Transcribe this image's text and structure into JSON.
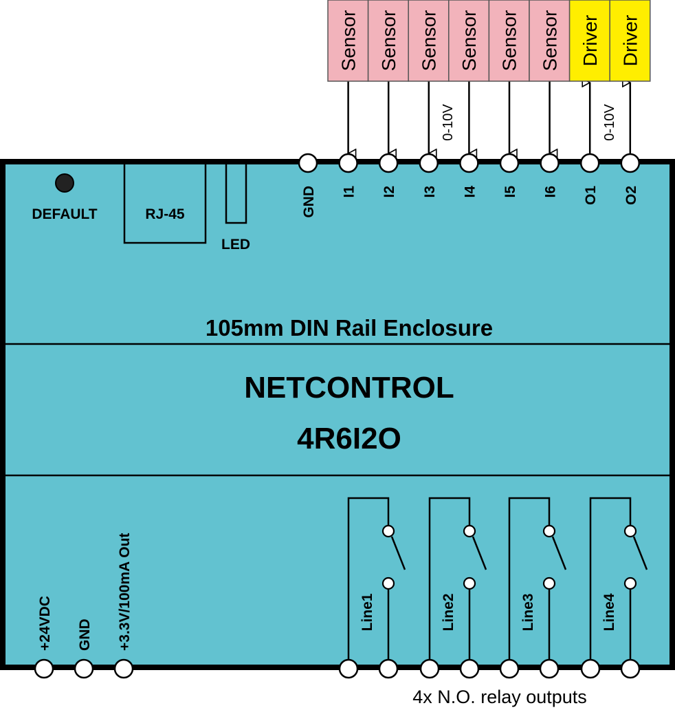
{
  "enclosure": {
    "subtitle": "105mm DIN Rail Enclosure",
    "title_line1": "NETCONTROL",
    "title_line2": "4R6I2O",
    "fill": "#62c2d0"
  },
  "top_panel": {
    "default_label": "DEFAULT",
    "rj45_label": "RJ-45",
    "led_label": "LED"
  },
  "top_terminals": [
    {
      "label": "GND"
    },
    {
      "label": "I1"
    },
    {
      "label": "I2"
    },
    {
      "label": "I3"
    },
    {
      "label": "I4"
    },
    {
      "label": "I5"
    },
    {
      "label": "I6"
    },
    {
      "label": "O1"
    },
    {
      "label": "O2"
    }
  ],
  "top_devices": [
    {
      "label": "Sensor",
      "color": "#f2b3bb"
    },
    {
      "label": "Sensor",
      "color": "#f2b3bb"
    },
    {
      "label": "Sensor",
      "color": "#f2b3bb"
    },
    {
      "label": "Sensor",
      "color": "#f2b3bb"
    },
    {
      "label": "Sensor",
      "color": "#f2b3bb"
    },
    {
      "label": "Sensor",
      "color": "#f2b3bb"
    },
    {
      "label": "Driver",
      "color": "#ffee00"
    },
    {
      "label": "Driver",
      "color": "#ffee00"
    }
  ],
  "signal_labels": {
    "inputs": "0-10V",
    "outputs": "0-10V"
  },
  "power_terminals": [
    {
      "label": "+24VDC"
    },
    {
      "label": "GND"
    },
    {
      "label": "+3.3V/100mA Out"
    }
  ],
  "relays": [
    {
      "label": "Line1"
    },
    {
      "label": "Line2"
    },
    {
      "label": "Line3"
    },
    {
      "label": "Line4"
    }
  ],
  "relay_caption": "4x N.O. relay outputs"
}
